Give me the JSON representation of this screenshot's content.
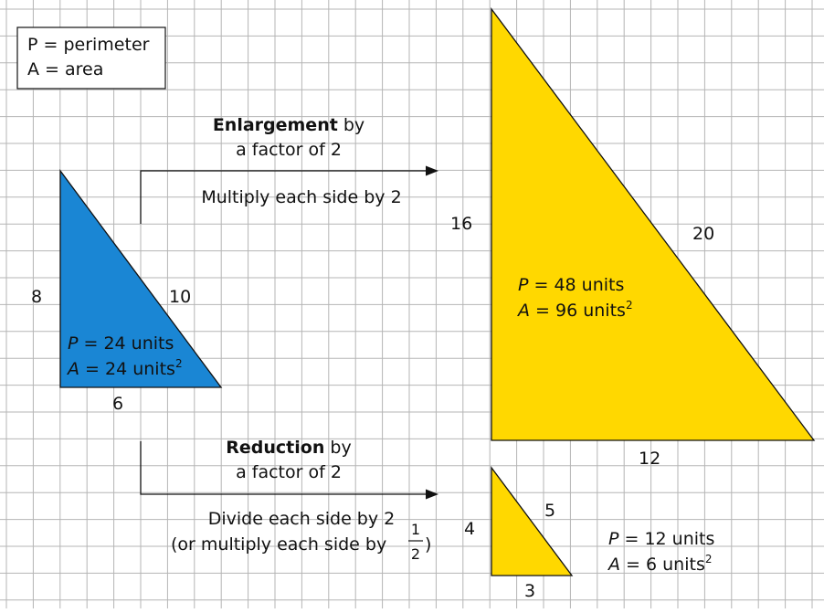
{
  "colors": {
    "grid": "#b5b5b5",
    "small_triangle": "#1a86d4",
    "yellow_triangle": "#ffd800",
    "stroke": "#111111"
  },
  "legend": {
    "line1": "P = perimeter",
    "line2": "A = area"
  },
  "small_triangle": {
    "side_vertical": "8",
    "side_hypotenuse": "10",
    "side_base": "6",
    "perimeter_var": "P",
    "perimeter_text": " = 24 units",
    "area_var": "A",
    "area_text": " = 24 units",
    "area_exp": "2"
  },
  "large_triangle": {
    "side_vertical": "16",
    "side_hypotenuse": "20",
    "side_base": "12",
    "perimeter_var": "P",
    "perimeter_text": " = 48 units",
    "area_var": "A",
    "area_text": " = 96 units",
    "area_exp": "2"
  },
  "reduced_triangle": {
    "side_vertical": "4",
    "side_hypotenuse": "5",
    "side_base": "3",
    "perimeter_var": "P",
    "perimeter_text": " = 12 units",
    "area_var": "A",
    "area_text": " = 6 units",
    "area_exp": "2"
  },
  "enlargement": {
    "word": "Enlargement",
    "word_rest": " by",
    "line2": "a factor of 2",
    "line3": "Multiply each side by 2"
  },
  "reduction": {
    "word": "Reduction",
    "word_rest": " by",
    "line2": "a factor of 2",
    "line3": "Divide each side by 2",
    "line4": "(or multiply each side by",
    "frac_num": "1",
    "frac_den": "2",
    "line4_end": ")"
  }
}
